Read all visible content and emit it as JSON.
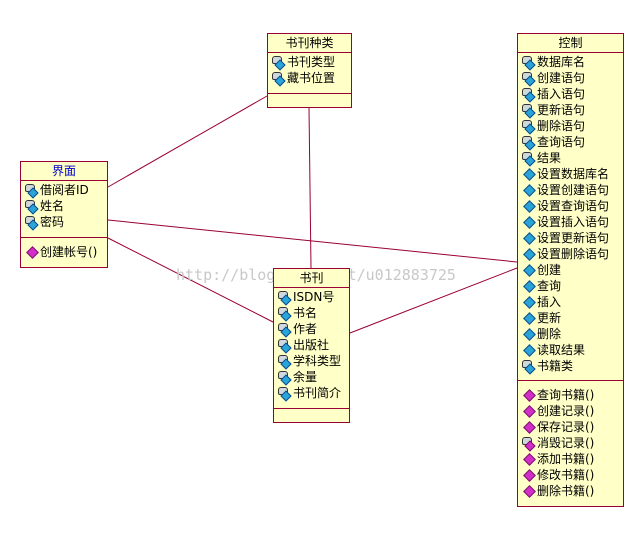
{
  "watermark": "http://blog.csdn.net/u012883725",
  "classes": {
    "kind": {
      "title": "书刊种类",
      "attrs": [
        "书刊类型",
        "藏书位置"
      ]
    },
    "ui": {
      "title": "界面",
      "attrs": [
        "借阅者ID",
        "姓名",
        "密码"
      ],
      "ops": [
        "创建帐号()"
      ]
    },
    "book": {
      "title": "书刊",
      "attrs": [
        "ISDN号",
        "书名",
        "作者",
        "出版社",
        "学科类型",
        "余量",
        "书刊简介"
      ]
    },
    "control": {
      "title": "控制",
      "attrs_private": [
        "数据库名",
        "创建语句",
        "插入语句",
        "更新语句",
        "删除语句",
        "查询语句",
        "结果"
      ],
      "attrs_public": [
        "设置数据库名",
        "设置创建语句",
        "设置查询语句",
        "设置插入语句",
        "设置更新语句",
        "设置删除语句",
        "创建",
        "查询",
        "插入",
        "更新",
        "删除",
        "读取结果"
      ],
      "attrs_tail": [
        "书籍类"
      ],
      "ops": [
        "查询书籍()",
        "创建记录()",
        "保存记录()",
        "消毁记录()",
        "添加书籍()",
        "修改书籍()",
        "删除书籍()"
      ]
    }
  },
  "colors": {
    "fill": "#ffffc8",
    "border": "#990033",
    "line": "#990033"
  },
  "icons": {
    "private_attr": "key-lock-icon",
    "public_attr": "blue-diamond-icon",
    "operation": "magenta-diamond-icon"
  }
}
